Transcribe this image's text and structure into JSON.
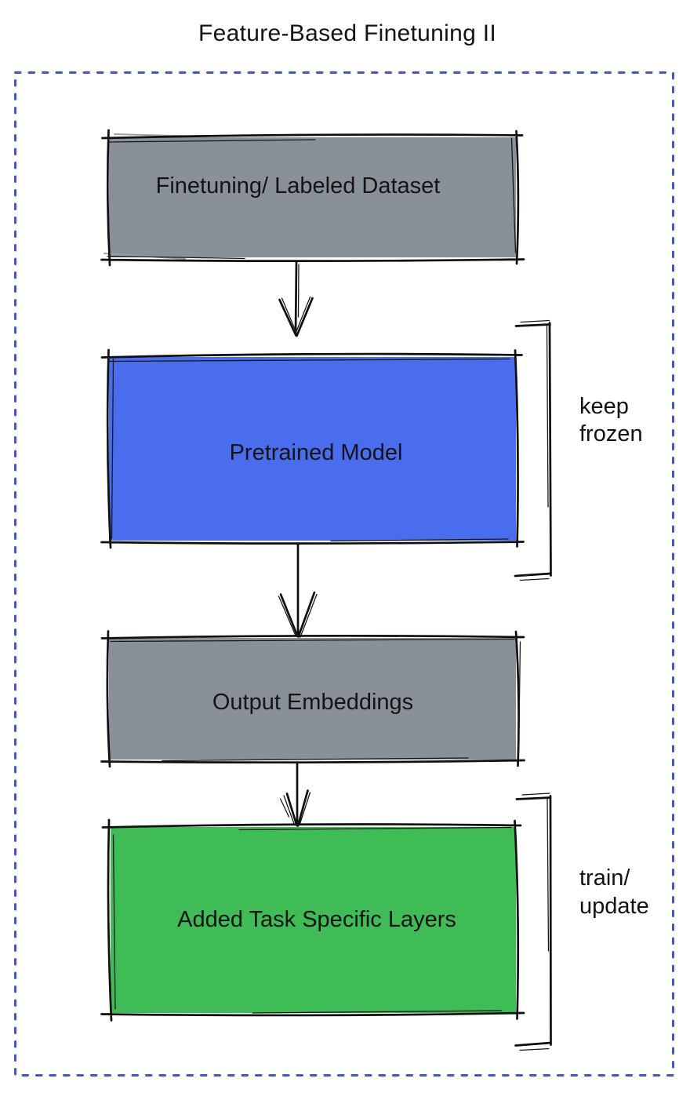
{
  "title": {
    "text": "Feature-Based Finetuning II",
    "color": "#3b53c7"
  },
  "frame": {
    "style": "dotted",
    "color": "#3e56c8"
  },
  "nodes": [
    {
      "id": "finetuning-dataset",
      "label": "Finetuning/ Labeled Dataset",
      "fill": "#899098"
    },
    {
      "id": "pretrained-model",
      "label": "Pretrained Model",
      "fill": "#4a6ded"
    },
    {
      "id": "output-embeddings",
      "label": "Output Embeddings",
      "fill": "#899098"
    },
    {
      "id": "task-specific-layers",
      "label": "Added Task Specific Layers",
      "fill": "#3fbc55"
    }
  ],
  "edges": [
    {
      "from": "finetuning-dataset",
      "to": "pretrained-model"
    },
    {
      "from": "pretrained-model",
      "to": "output-embeddings"
    },
    {
      "from": "output-embeddings",
      "to": "task-specific-layers"
    }
  ],
  "annotations": [
    {
      "target": "pretrained-model",
      "lines": [
        "keep",
        "frozen"
      ]
    },
    {
      "target": "task-specific-layers",
      "lines": [
        "train/",
        "update"
      ]
    }
  ],
  "ink_color": "#0f0f0f"
}
